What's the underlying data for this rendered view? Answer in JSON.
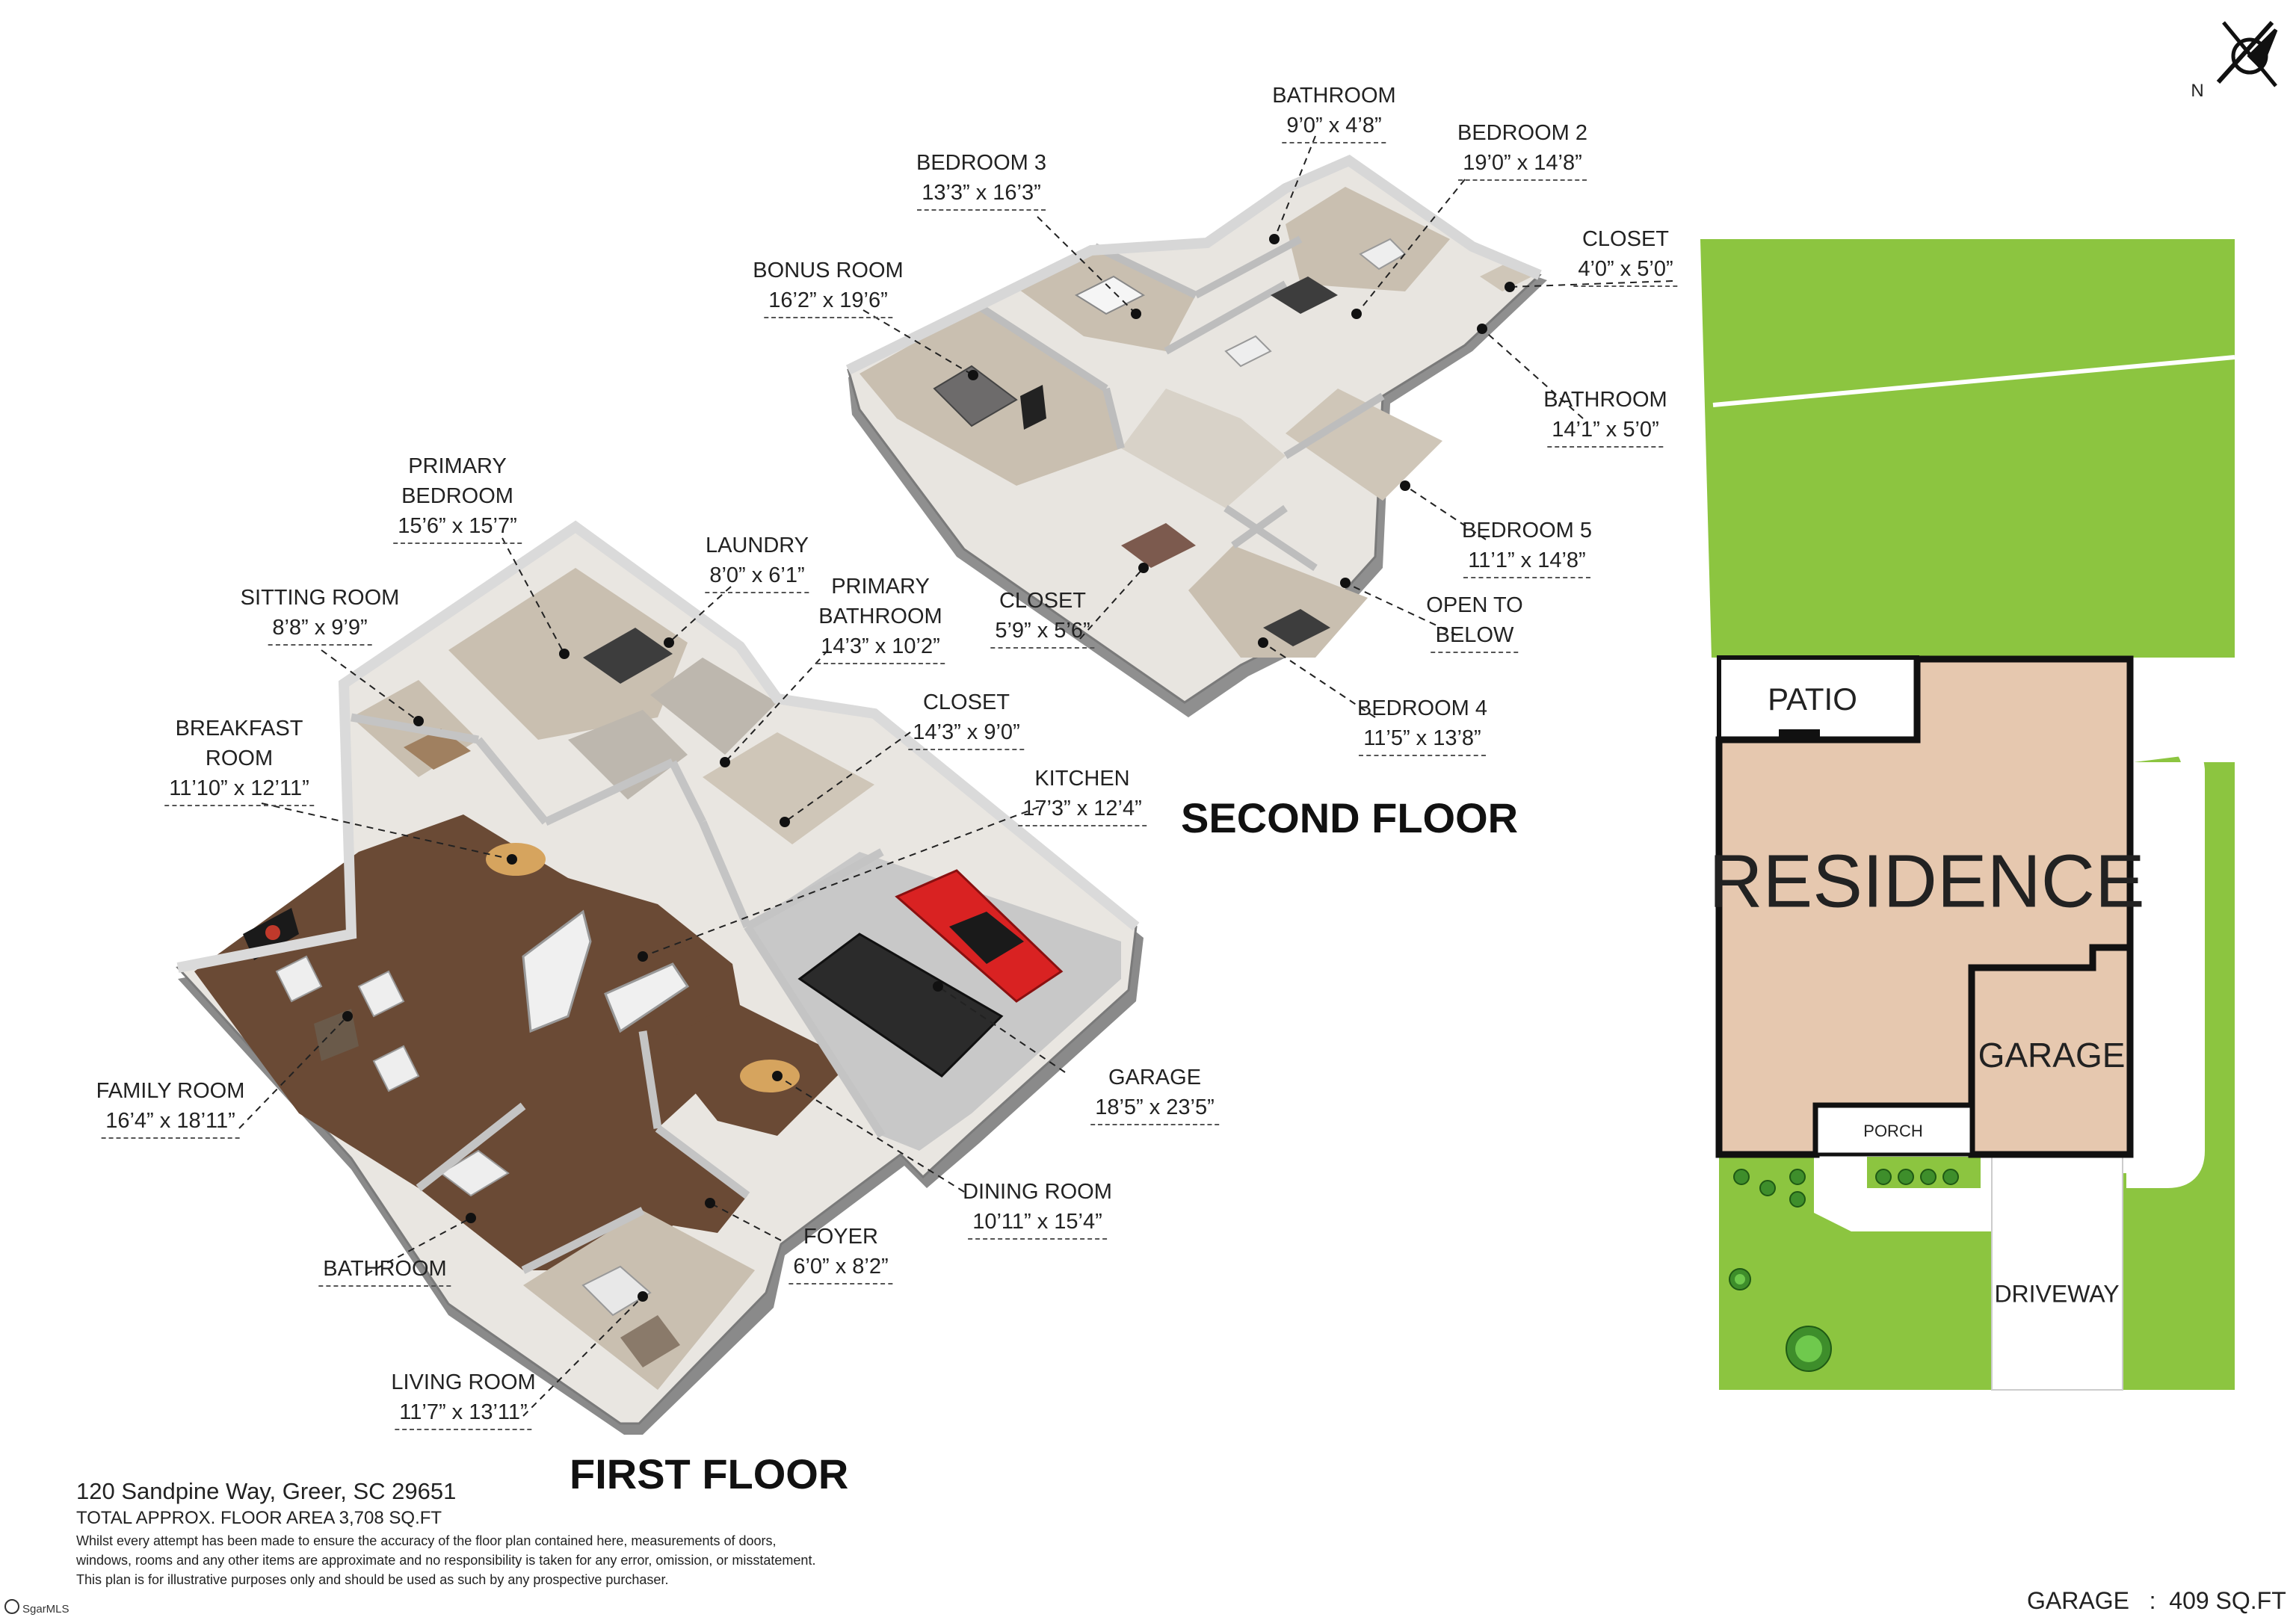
{
  "floors": {
    "first": "FIRST FLOOR",
    "second": "SECOND FLOOR"
  },
  "rooms": {
    "bathroom_upper": {
      "name": "BATHROOM",
      "dim": "9’0” x 4’8”"
    },
    "bedroom_2": {
      "name": "BEDROOM 2",
      "dim": "19’0” x 14’8”"
    },
    "bedroom_3": {
      "name": "BEDROOM 3",
      "dim": "13’3” x 16’3”"
    },
    "closet_upper": {
      "name": "CLOSET",
      "dim": "4’0” x 5’0”"
    },
    "bonus_room": {
      "name": "BONUS ROOM",
      "dim": "16’2” x 19’6”"
    },
    "bathroom_right": {
      "name": "BATHROOM",
      "dim": "14’1” x 5’0”"
    },
    "bedroom_5": {
      "name": "BEDROOM 5",
      "dim": "11’1” x 14’8”"
    },
    "closet_mid": {
      "name": "CLOSET",
      "dim": "5’9” x 5’6”"
    },
    "open_to_below": {
      "name": "OPEN TO",
      "name2": "BELOW"
    },
    "bedroom_4": {
      "name": "BEDROOM 4",
      "dim": "11’5” x 13’8”"
    },
    "primary_bedroom": {
      "name": "PRIMARY",
      "name2": "BEDROOM",
      "dim": "15’6” x 15’7”"
    },
    "laundry": {
      "name": "LAUNDRY",
      "dim": "8’0” x 6’1”"
    },
    "sitting_room": {
      "name": "SITTING ROOM",
      "dim": "8’8” x 9’9”"
    },
    "primary_bathroom": {
      "name": "PRIMARY",
      "name2": "BATHROOM",
      "dim": "14’3” x 10’2”"
    },
    "closet_first": {
      "name": "CLOSET",
      "dim": "14’3” x 9’0”"
    },
    "breakfast_room": {
      "name": "BREAKFAST",
      "name2": "ROOM",
      "dim": "11’10” x 12’11”"
    },
    "kitchen": {
      "name": "KITCHEN",
      "dim": "17’3” x 12’4”"
    },
    "garage": {
      "name": "GARAGE",
      "dim": "18’5” x 23’5”"
    },
    "family_room": {
      "name": "FAMILY ROOM",
      "dim": "16’4” x 18’11”"
    },
    "dining_room": {
      "name": "DINING ROOM",
      "dim": "10’11” x 15’4”"
    },
    "foyer": {
      "name": "FOYER",
      "dim": "6’0” x 8’2”"
    },
    "bathroom_first": {
      "name": "BATHROOM"
    },
    "living_room": {
      "name": "LIVING ROOM",
      "dim": "11’7” x 13’11”"
    }
  },
  "site": {
    "patio": "PATIO",
    "residence": "RESIDENCE",
    "garage": "GARAGE",
    "porch": "PORCH",
    "driveway": "DRIVEWAY",
    "compass_label": "N"
  },
  "footer": {
    "address": "120 Sandpine Way, Greer, SC 29651",
    "area": "TOTAL APPROX. FLOOR AREA 3,708 SQ.FT",
    "disclaimer_1": "Whilst every attempt has been made to ensure the accuracy of the floor plan contained here, measurements of doors,",
    "disclaimer_2": "windows, rooms and any other items are approximate and no responsibility is taken for any error, omission, or misstatement.",
    "disclaimer_3": "This plan is for illustrative purposes only and should be used as such by any prospective purchaser.",
    "garage_area": "GARAGE   :  409 SQ.FT",
    "mls_logo": "SgarMLS"
  },
  "colors": {
    "wall": "#dcdcdc",
    "wall_dark": "#9a9a9a",
    "carpet": "#c9bfb0",
    "wood": "#6a4a35",
    "tile": "#bdb7ae",
    "garage_floor": "#c8c8c8",
    "lawn": "#8cc540",
    "residence": "#e6c8af",
    "outline": "#111111"
  }
}
